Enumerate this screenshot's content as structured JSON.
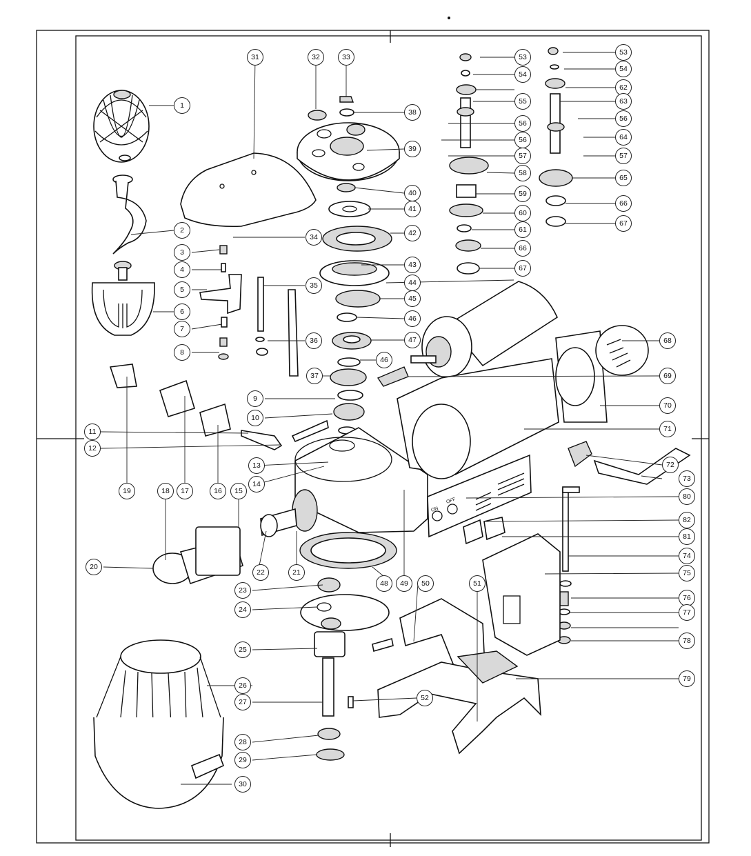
{
  "diagram": {
    "panel_labels": {
      "on": "ON",
      "off": "OFF"
    },
    "callouts": [
      {
        "id": "c1",
        "label": "1"
      },
      {
        "id": "c2",
        "label": "2"
      },
      {
        "id": "c3",
        "label": "3"
      },
      {
        "id": "c4",
        "label": "4"
      },
      {
        "id": "c5",
        "label": "5"
      },
      {
        "id": "c6",
        "label": "6"
      },
      {
        "id": "c7",
        "label": "7"
      },
      {
        "id": "c8",
        "label": "8"
      },
      {
        "id": "c9",
        "label": "9"
      },
      {
        "id": "c10",
        "label": "10"
      },
      {
        "id": "c11",
        "label": "11"
      },
      {
        "id": "c12",
        "label": "12"
      },
      {
        "id": "c13",
        "label": "13"
      },
      {
        "id": "c14",
        "label": "14"
      },
      {
        "id": "c15",
        "label": "15"
      },
      {
        "id": "c16",
        "label": "16"
      },
      {
        "id": "c17",
        "label": "17"
      },
      {
        "id": "c18",
        "label": "18"
      },
      {
        "id": "c19",
        "label": "19"
      },
      {
        "id": "c20",
        "label": "20"
      },
      {
        "id": "c21",
        "label": "21"
      },
      {
        "id": "c22",
        "label": "22"
      },
      {
        "id": "c23",
        "label": "23"
      },
      {
        "id": "c24",
        "label": "24"
      },
      {
        "id": "c25",
        "label": "25"
      },
      {
        "id": "c26",
        "label": "26"
      },
      {
        "id": "c27",
        "label": "27"
      },
      {
        "id": "c28",
        "label": "28"
      },
      {
        "id": "c29",
        "label": "29"
      },
      {
        "id": "c30",
        "label": "30"
      },
      {
        "id": "c31",
        "label": "31"
      },
      {
        "id": "c32",
        "label": "32"
      },
      {
        "id": "c33",
        "label": "33"
      },
      {
        "id": "c34",
        "label": "34"
      },
      {
        "id": "c35",
        "label": "35"
      },
      {
        "id": "c36",
        "label": "36"
      },
      {
        "id": "c37",
        "label": "37"
      },
      {
        "id": "c38",
        "label": "38"
      },
      {
        "id": "c39",
        "label": "39"
      },
      {
        "id": "c40",
        "label": "40"
      },
      {
        "id": "c41",
        "label": "41"
      },
      {
        "id": "c42",
        "label": "42"
      },
      {
        "id": "c43",
        "label": "43"
      },
      {
        "id": "c44",
        "label": "44"
      },
      {
        "id": "c45",
        "label": "45"
      },
      {
        "id": "c46a",
        "label": "46"
      },
      {
        "id": "c46b",
        "label": "46"
      },
      {
        "id": "c47",
        "label": "47"
      },
      {
        "id": "c48",
        "label": "48"
      },
      {
        "id": "c49",
        "label": "49"
      },
      {
        "id": "c50",
        "label": "50"
      },
      {
        "id": "c51",
        "label": "51"
      },
      {
        "id": "c52",
        "label": "52"
      },
      {
        "id": "c53a",
        "label": "53"
      },
      {
        "id": "c53b",
        "label": "53"
      },
      {
        "id": "c54a",
        "label": "54"
      },
      {
        "id": "c54b",
        "label": "54"
      },
      {
        "id": "c55",
        "label": "55"
      },
      {
        "id": "c56a",
        "label": "56"
      },
      {
        "id": "c56b",
        "label": "56"
      },
      {
        "id": "c56c",
        "label": "56"
      },
      {
        "id": "c57a",
        "label": "57"
      },
      {
        "id": "c57b",
        "label": "57"
      },
      {
        "id": "c58",
        "label": "58"
      },
      {
        "id": "c59",
        "label": "59"
      },
      {
        "id": "c60",
        "label": "60"
      },
      {
        "id": "c61",
        "label": "61"
      },
      {
        "id": "c62",
        "label": "62"
      },
      {
        "id": "c63",
        "label": "63"
      },
      {
        "id": "c64",
        "label": "64"
      },
      {
        "id": "c65",
        "label": "65"
      },
      {
        "id": "c66a",
        "label": "66"
      },
      {
        "id": "c66b",
        "label": "66"
      },
      {
        "id": "c67a",
        "label": "67"
      },
      {
        "id": "c67b",
        "label": "67"
      },
      {
        "id": "c68",
        "label": "68"
      },
      {
        "id": "c69",
        "label": "69"
      },
      {
        "id": "c70",
        "label": "70"
      },
      {
        "id": "c71",
        "label": "71"
      },
      {
        "id": "c72",
        "label": "72"
      },
      {
        "id": "c73",
        "label": "73"
      },
      {
        "id": "c74",
        "label": "74"
      },
      {
        "id": "c75",
        "label": "75"
      },
      {
        "id": "c76",
        "label": "76"
      },
      {
        "id": "c77",
        "label": "77"
      },
      {
        "id": "c78",
        "label": "78"
      },
      {
        "id": "c79",
        "label": "79"
      },
      {
        "id": "c80",
        "label": "80"
      },
      {
        "id": "c81",
        "label": "81"
      },
      {
        "id": "c82",
        "label": "82"
      }
    ]
  }
}
